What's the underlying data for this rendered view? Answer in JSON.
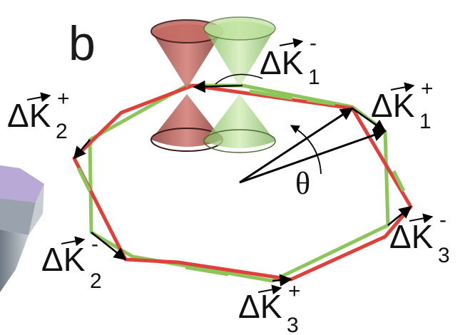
{
  "panel_label": "b",
  "labels": {
    "k1_minus": {
      "main": "ΔK",
      "sub": "1",
      "sup": "-"
    },
    "k1_plus": {
      "main": "ΔK",
      "sub": "1",
      "sup": "+"
    },
    "k2_plus": {
      "main": "ΔK",
      "sub": "2",
      "sup": "+"
    },
    "k2_minus": {
      "main": "ΔK",
      "sub": "2",
      "sup": "-"
    },
    "k3_minus": {
      "main": "ΔK",
      "sub": "3",
      "sup": "-"
    },
    "k3_plus": {
      "main": "ΔK",
      "sub": "3",
      "sup": "+"
    },
    "theta": "θ"
  },
  "colors": {
    "red_lattice": "#e0403a",
    "green_lattice": "#8cc65a",
    "red_cone": "#b5504a",
    "green_cone": "#9acf72",
    "arrow": "#000000"
  }
}
